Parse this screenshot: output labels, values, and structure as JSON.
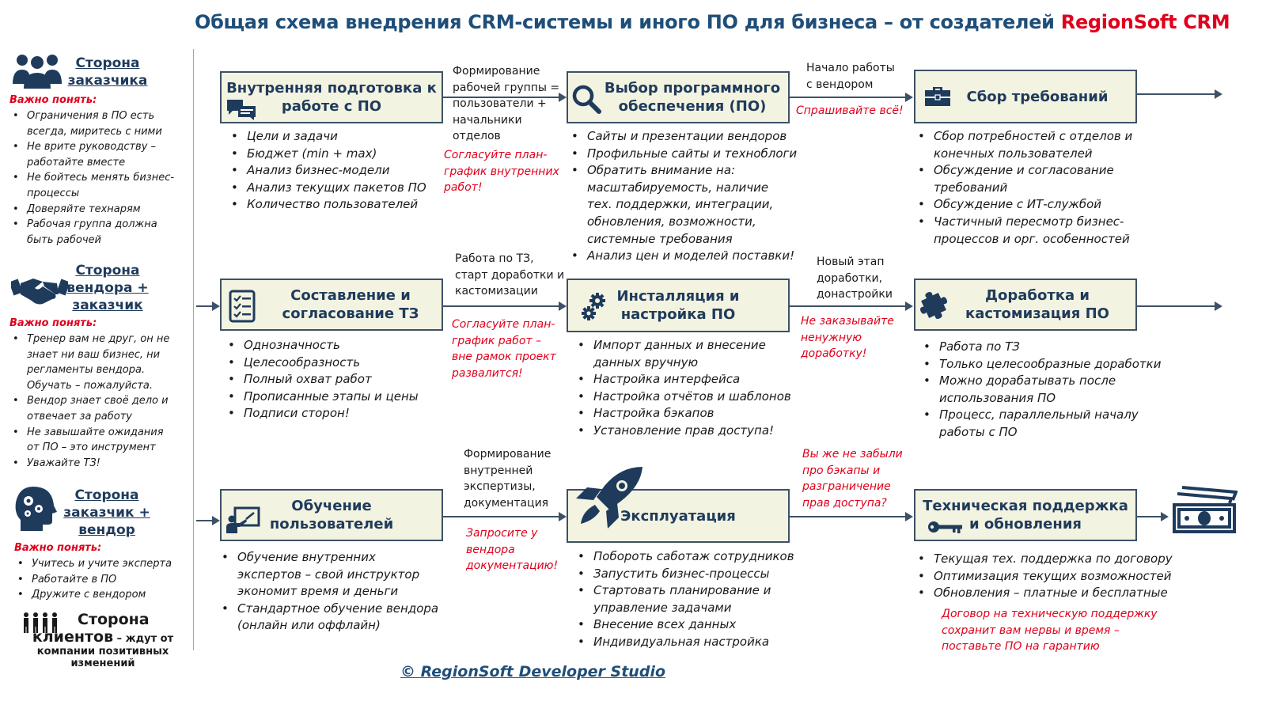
{
  "header": {
    "title": "Общая схема внедрения CRM-системы и иного ПО для бизнеса – от создателей",
    "brand": "RegionSoft CRM"
  },
  "sidebar": {
    "important_label": "Важно понять:",
    "customer": {
      "title": [
        "Сторона",
        "заказчика"
      ],
      "items": [
        "Ограничения в ПО есть",
        "всегда, миритесь с ними",
        "Не врите руководству –",
        "работайте вместе",
        "Не бойтесь менять бизнес-",
        "процессы",
        "Доверяйте технарям",
        "Рабочая группа должна",
        "быть рабочей"
      ],
      "bullets": [
        0,
        2,
        4,
        6,
        7
      ]
    },
    "vendor_customer": {
      "title": [
        "Сторона",
        "вендора +",
        "заказчик"
      ],
      "items": [
        "Тренер вам не друг, он не",
        "знает ни ваш бизнес, ни",
        "регламенты вендора.",
        "Обучать – пожалуйста.",
        "Вендор знает своё дело и",
        "отвечает за работу",
        "Не завышайте ожидания",
        "от ПО – это инструмент",
        "Уважайте ТЗ!"
      ],
      "bullets": [
        0,
        4,
        6,
        8
      ]
    },
    "customer_vendor": {
      "title": [
        "Сторона",
        "заказчик +",
        "вендор"
      ],
      "items": [
        "Учитесь и учите эксперта",
        "Работайте в ПО",
        "Дружите с вендором"
      ],
      "bullets": [
        0,
        1,
        2
      ]
    },
    "clients": {
      "line1": "Сторона",
      "line2_big": "клиентов",
      "line2_small": " – ждут от",
      "line3": "компании позитивных",
      "line4": "изменений"
    }
  },
  "stages": {
    "s1": {
      "title": [
        "Внутренняя подготовка к",
        "работе с ПО"
      ],
      "icon": "chat-bubbles-icon",
      "items": [
        "Цели и задачи",
        "Бюджет (min + max)",
        "Анализ бизнес-модели",
        "Анализ текущих пакетов ПО",
        "Количество пользователей"
      ]
    },
    "s2": {
      "title": [
        "Выбор программного",
        "обеспечения (ПО)"
      ],
      "icon": "magnifier-icon",
      "items": [
        "Сайты и презентации вендоров",
        "Профильные сайты и техноблоги",
        "Обратить внимание на:",
        "масштабируемость, наличие",
        "тех. поддержки, интеграции,",
        "обновления, возможности,",
        "системные требования",
        "Анализ цен и моделей поставки!"
      ],
      "bullets": [
        0,
        1,
        2,
        7
      ]
    },
    "s3": {
      "title": [
        "Сбор требований"
      ],
      "icon": "briefcase-icon",
      "items": [
        "Сбор потребностей с отделов и",
        "конечных пользователей",
        "Обсуждение и согласование",
        "требований",
        "Обсуждение с ИТ-службой",
        "Частичный пересмотр бизнес-",
        "процессов и орг. особенностей"
      ],
      "bullets": [
        0,
        2,
        4,
        5
      ]
    },
    "s4": {
      "title": [
        "Составление и",
        "согласование ТЗ"
      ],
      "icon": "checklist-icon",
      "items": [
        "Однозначность",
        "Целесообразность",
        "Полный охват работ",
        "Прописанные этапы и цены",
        "Подписи сторон!"
      ]
    },
    "s5": {
      "title": [
        "Инсталляция и",
        "настройка ПО"
      ],
      "icon": "gears-icon",
      "items": [
        "Импорт данных и внесение",
        "данных вручную",
        "Настройка интерфейса",
        "Настройка отчётов и шаблонов",
        "Настройка бэкапов",
        "Установление прав доступа!"
      ],
      "bullets": [
        0,
        2,
        3,
        4,
        5
      ]
    },
    "s6": {
      "title": [
        "Доработка и",
        "кастомизация ПО"
      ],
      "icon": "puzzle-icon",
      "items": [
        "Работа по ТЗ",
        "Только целесообразные доработки",
        "Можно дорабатывать после",
        "использования ПО",
        "Процесс, параллельный началу",
        "работы с ПО"
      ],
      "bullets": [
        0,
        1,
        2,
        4
      ]
    },
    "s7": {
      "title": [
        "Обучение",
        "пользователей"
      ],
      "icon": "presentation-icon",
      "items": [
        "Обучение внутренних",
        "экспертов – свой инструктор",
        "экономит время и деньги",
        "Стандартное обучение вендора",
        "(онлайн или оффлайн)"
      ],
      "bullets": [
        0,
        3
      ]
    },
    "s8": {
      "title": [
        "Эксплуатация"
      ],
      "icon": "rocket-icon",
      "items": [
        "Побороть саботаж сотрудников",
        "Запустить бизнес-процессы",
        "Стартовать планирование  и",
        "управление задачами",
        "Внесение всех данных",
        "Индивидуальная настройка"
      ],
      "bullets": [
        0,
        1,
        2,
        4,
        5
      ]
    },
    "s9": {
      "title": [
        "Техническая поддержка",
        "и обновления"
      ],
      "icon": "key-icon",
      "items": [
        "Текущая тех. поддержка по договору",
        "Оптимизация текущих возможностей",
        "Обновления – платные и бесплатные"
      ]
    }
  },
  "connectors": {
    "c12": [
      "Формирование",
      "рабочей группы =",
      "пользователи +",
      "начальники",
      "отделов"
    ],
    "c12_warn": [
      "Согласуйте план-",
      "график внутренних",
      "работ!"
    ],
    "c23": [
      "Начало работы",
      "с вендором"
    ],
    "c23_warn": [
      "Спрашивайте всё!"
    ],
    "c45": [
      "Работа по ТЗ,",
      "старт доработки и",
      "кастомизации"
    ],
    "c45_warn": [
      "Согласуйте план-",
      "график работ –",
      "вне рамок проект",
      "развалится!"
    ],
    "c56": [
      "Новый этап",
      "доработки,",
      "донастройки"
    ],
    "c56_warn": [
      "Не заказывайте",
      "ненужную",
      "доработку!"
    ],
    "c78": [
      "Формирование",
      "внутренней",
      "экспертизы,",
      "документация"
    ],
    "c78_warn": [
      "Запросите у",
      "вендора",
      "документацию!"
    ],
    "c89_warn": [
      "Вы же не забыли",
      "про бэкапы и",
      "разграничение",
      "прав доступа?"
    ]
  },
  "support_note": [
    "Договор на техническую поддержку",
    "сохранит вам нервы и время –",
    "поставьте ПО на гарантию"
  ],
  "end_icon": "money-icon",
  "footer": "© RegionSoft Developer Studio",
  "colors": {
    "navy": "#1f3b5c",
    "title_blue": "#1f4e79",
    "red": "#e0001b",
    "box_fill": "#f3f3e1"
  }
}
